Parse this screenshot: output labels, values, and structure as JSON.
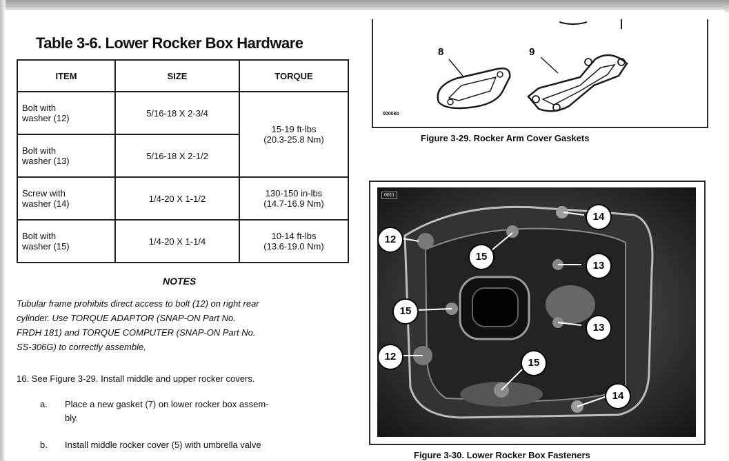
{
  "table": {
    "title": "Table 3-6. Lower Rocker Box Hardware",
    "headers": [
      "ITEM",
      "SIZE",
      "TORQUE"
    ],
    "rows": [
      {
        "item_line1": "Bolt with",
        "item_line2": "washer (12)",
        "size": "5/16-18 X 2-3/4"
      },
      {
        "item_line1": "Bolt with",
        "item_line2": "washer (13)",
        "size": "5/16-18 X 2-1/2"
      },
      {
        "item_line1": "Screw with",
        "item_line2": "washer (14)",
        "size": "1/4-20 X 1-1/2",
        "torque_line1": "130-150 in-lbs",
        "torque_line2": "(14.7-16.9 Nm)"
      },
      {
        "item_line1": "Bolt with",
        "item_line2": "washer (15)",
        "size": "1/4-20 X 1-1/4",
        "torque_line1": "10-14 ft-lbs",
        "torque_line2": "(13.6-19.0 Nm)"
      }
    ],
    "shared_torque_line1": "15-19 ft-lbs",
    "shared_torque_line2": "(20.3-25.8 Nm)"
  },
  "notes": {
    "heading": "NOTES",
    "line1": "Tubular frame prohibits direct access to bolt (12) on right rear",
    "line2": "cylinder. Use TORQUE ADAPTOR (SNAP-ON Part No.",
    "line3": "FRDH 181) and TORQUE COMPUTER (SNAP-ON Part No.",
    "line4": "SS-306G) to correctly assemble."
  },
  "steps": {
    "step16": "16.  See Figure 3-29. Install middle and upper rocker covers.",
    "a_label": "a.",
    "a_line1": "Place a new gasket (7) on lower rocker box assem-",
    "a_line2": "bly.",
    "b_label": "b.",
    "b_line1": "Install middle rocker cover (5) with umbrella valve"
  },
  "figure29": {
    "caption": "Figure 3-29. Rocker Arm Cover Gaskets",
    "label8": "8",
    "label9": "9",
    "code": "0000kb"
  },
  "figure30": {
    "caption": "Figure 3-30. Lower Rocker Box Fasteners",
    "code": "0011",
    "callouts": [
      "14",
      "12",
      "15",
      "13",
      "15",
      "13",
      "12",
      "15",
      "14"
    ]
  }
}
